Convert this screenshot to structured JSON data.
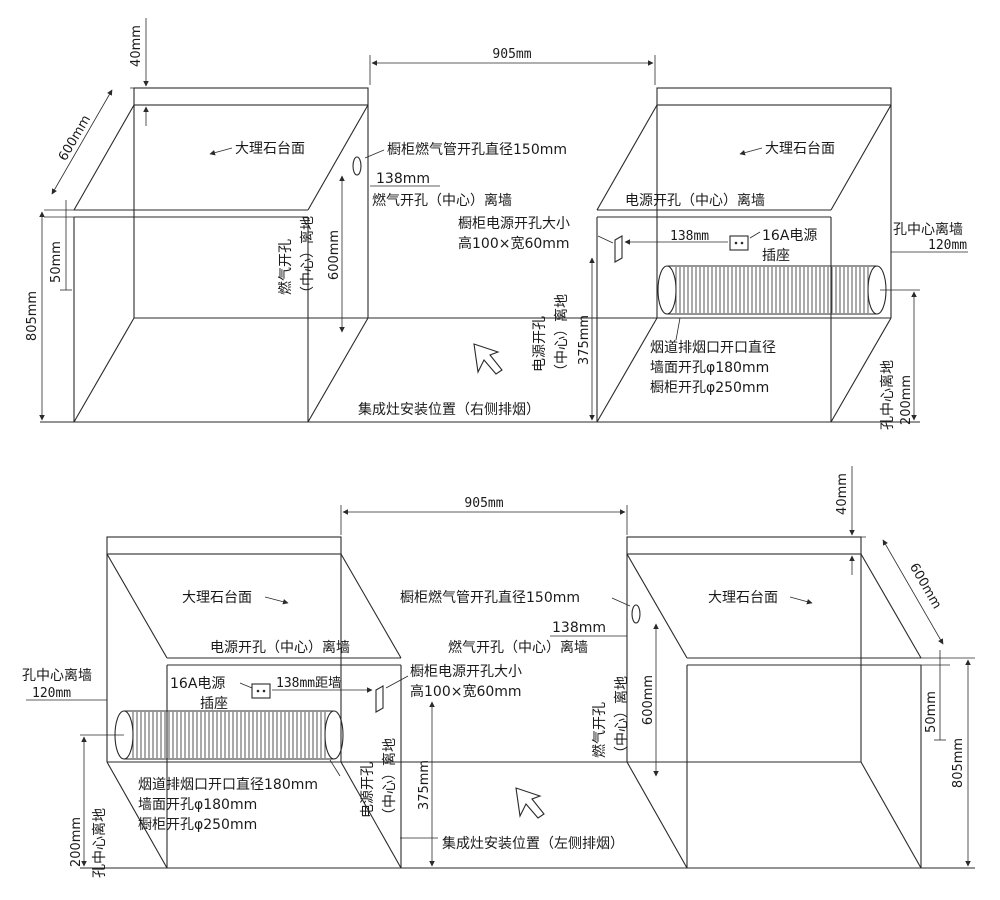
{
  "top": {
    "dim_40": "40mm",
    "dim_600_depth": "600mm",
    "dim_905": "905mm",
    "dim_50": "50mm",
    "dim_805": "805mm",
    "marble_left": "大理石台面",
    "marble_right": "大理石台面",
    "gas_hole_dia": "橱柜燃气管开孔直径150mm",
    "gas_138": "138mm",
    "gas_center_wall": "燃气开孔（中心）离墙",
    "gas_floor_label": "燃气开孔",
    "gas_floor_label2": "（中心）离地",
    "gas_600": "600mm",
    "power_center_wall": "电源开孔（中心）离墙",
    "power_hole_size": "橱柜电源开孔大小",
    "power_hole_hw": "高100×宽60mm",
    "power_138": "138mm",
    "socket_16a": "16A电源",
    "socket_label": "插座",
    "hole_wall": "孔中心离墙",
    "hole_120": "120mm",
    "power_floor_label": "电源开孔",
    "power_floor_label2": "（中心）离地",
    "power_375": "375mm",
    "flue_dia": "烟道排烟口开口直径",
    "wall_hole": "墙面开孔φ180mm",
    "cab_hole": "橱柜开孔φ250mm",
    "hole_floor": "孔中心离地",
    "hole_200": "200mm",
    "caption": "集成灶安装位置（右侧排烟）"
  },
  "bottom": {
    "dim_905": "905mm",
    "dim_40": "40mm",
    "dim_600_depth": "600mm",
    "dim_50": "50mm",
    "dim_805": "805mm",
    "marble_left": "大理石台面",
    "marble_right": "大理石台面",
    "power_center_wall": "电源开孔（中心）离墙",
    "gas_hole_dia": "橱柜燃气管开孔直径150mm",
    "gas_138": "138mm",
    "gas_center_wall": "燃气开孔（中心）离墙",
    "hole_wall": "孔中心离墙",
    "hole_120": "120mm",
    "socket_16a": "16A电源",
    "socket_label": "插座",
    "power_138": "138mm距墙",
    "power_hole_size": "橱柜电源开孔大小",
    "power_hole_hw": "高100×宽60mm",
    "gas_floor_label": "燃气开孔",
    "gas_floor_label2": "（中心）离地",
    "gas_600": "600mm",
    "flue_dia": "烟道排烟口开口直径180mm",
    "wall_hole": "墙面开孔φ180mm",
    "cab_hole": "橱柜开孔φ250mm",
    "power_floor_label": "电源开孔",
    "power_floor_label2": "（中心）离地",
    "power_375": "375mm",
    "hole_floor": "孔中心离地",
    "hole_200": "200mm",
    "caption": "集成灶安装位置（左侧排烟）"
  }
}
